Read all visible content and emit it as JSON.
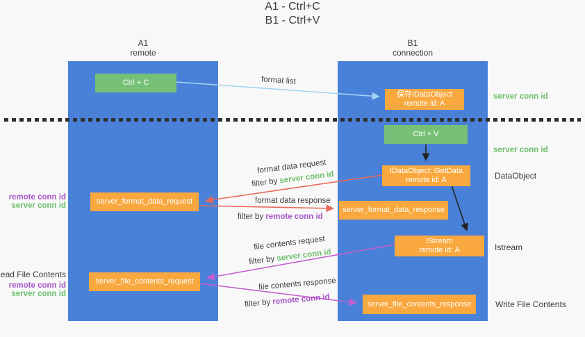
{
  "title": {
    "line1": "A1 - Ctrl+C",
    "line2": "B1 - Ctrl+V"
  },
  "lane_a": {
    "header_line1": "A1",
    "header_line2": "remote"
  },
  "lane_b": {
    "header_line1": "B1",
    "header_line2": "connection"
  },
  "nodes": {
    "ctrl_c": {
      "label": "Ctrl + C"
    },
    "ctrl_v": {
      "label": "Ctrl + V"
    },
    "save_dataobject": {
      "line1": "保存IDataObject",
      "line2": "remote id: A"
    },
    "getdata": {
      "line1": "IDataObject::GetData",
      "line2": "remote id: A"
    },
    "format_request": {
      "label": "server_format_data_request"
    },
    "format_response": {
      "label": "server_format_data_response"
    },
    "istream": {
      "line1": "IStream",
      "line2": "remote id: A"
    },
    "file_request": {
      "label": "server_file_contents_request"
    },
    "file_response": {
      "label": "server_file_contents_response"
    }
  },
  "edges": {
    "format_list": {
      "label": "format list"
    },
    "format_data_request": {
      "label": "format data request",
      "filter_prefix": "filter by ",
      "filter_key": "server conn id"
    },
    "format_data_response": {
      "label": "format data response",
      "filter_prefix": "filter by ",
      "filter_key": "remote conn id"
    },
    "file_contents_request": {
      "label": "file contents request",
      "filter_prefix": "filter by ",
      "filter_key": "server conn id"
    },
    "file_contents_response": {
      "label": "file contents response",
      "filter_prefix": "filter by ",
      "filter_key": "remote conn id"
    }
  },
  "left_annotations": {
    "format_remote_conn": "remote conn id",
    "format_server_conn": "server conn id",
    "read_file_contents": "Read File Contents",
    "file_remote_conn": "remote conn id",
    "file_server_conn": "server conn id"
  },
  "right_annotations": {
    "server_conn_top": "server conn id",
    "server_conn_mid": "server conn id",
    "dataobject": "DataObject",
    "istream": "Istream",
    "write_file_contents": "Write File Contents"
  },
  "colors": {
    "lane_blue": "#4a81d8",
    "node_orange": "#f8a83e",
    "node_green": "#76c177",
    "text_green": "#6cbf6b",
    "text_purple": "#a855c7",
    "arrow_blue": "#a5d5f2",
    "arrow_red": "#e96a5b",
    "arrow_magenta": "#c45fd0",
    "arrow_black": "#222222",
    "divider_dark": "#2e2e2e"
  }
}
